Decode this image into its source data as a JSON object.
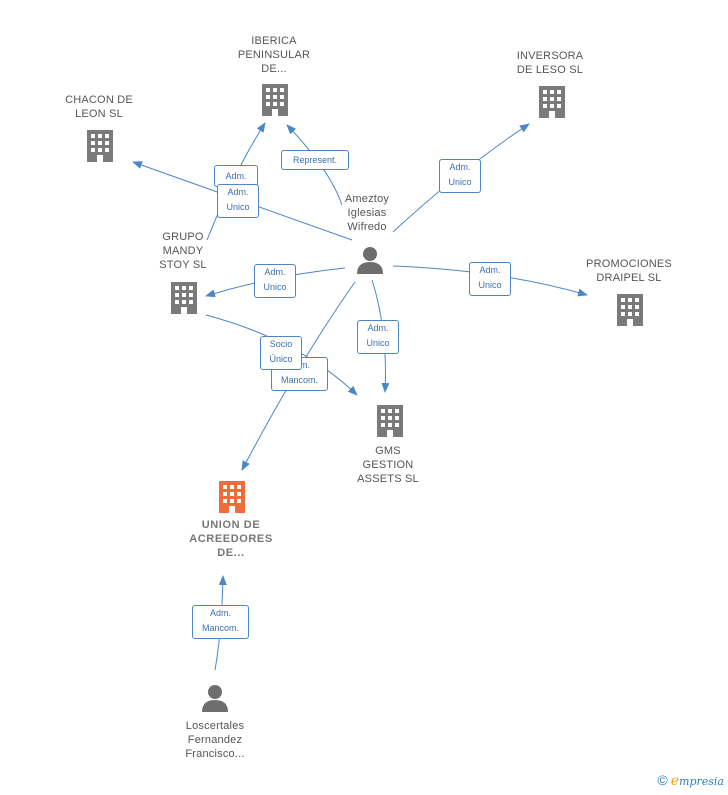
{
  "nodes": {
    "iberica": {
      "label": "IBERICA\nPENINSULAR\nDE...",
      "kind": "company"
    },
    "inversora": {
      "label": "INVERSORA\nDE LESO SL",
      "kind": "company"
    },
    "chacon": {
      "label": "CHACON DE\nLEON SL",
      "kind": "company"
    },
    "ameztoy": {
      "label": "Ameztoy\nIglesias\nWifredo",
      "kind": "person"
    },
    "grupo": {
      "label": "GRUPO\nMANDY\nSTOY SL",
      "kind": "company"
    },
    "promociones": {
      "label": "PROMOCIONES\nDRAIPEL SL",
      "kind": "company"
    },
    "gms": {
      "label": "GMS\nGESTION\nASSETS SL",
      "kind": "company"
    },
    "union": {
      "label": "UNION DE\nACREEDORES\nDE...",
      "kind": "company-focus"
    },
    "loscertales": {
      "label": "Loscertales\nFernandez\nFrancisco...",
      "kind": "person"
    }
  },
  "edge_labels": {
    "adm_unico": "Adm.\nUnico",
    "represent": "Represent.",
    "adm": "Adm.",
    "socio_unico": "Socio\nÚnico",
    "adm_mancom": "Adm.\nMancom."
  },
  "colors": {
    "edge": "#4a86c8",
    "company_icon": "#7a7a7a",
    "focus_icon": "#f26b3a",
    "person_icon": "#6e6e6e"
  },
  "footer": {
    "copyright": "©",
    "brand_initial": "e",
    "brand_rest": "mpresia"
  }
}
